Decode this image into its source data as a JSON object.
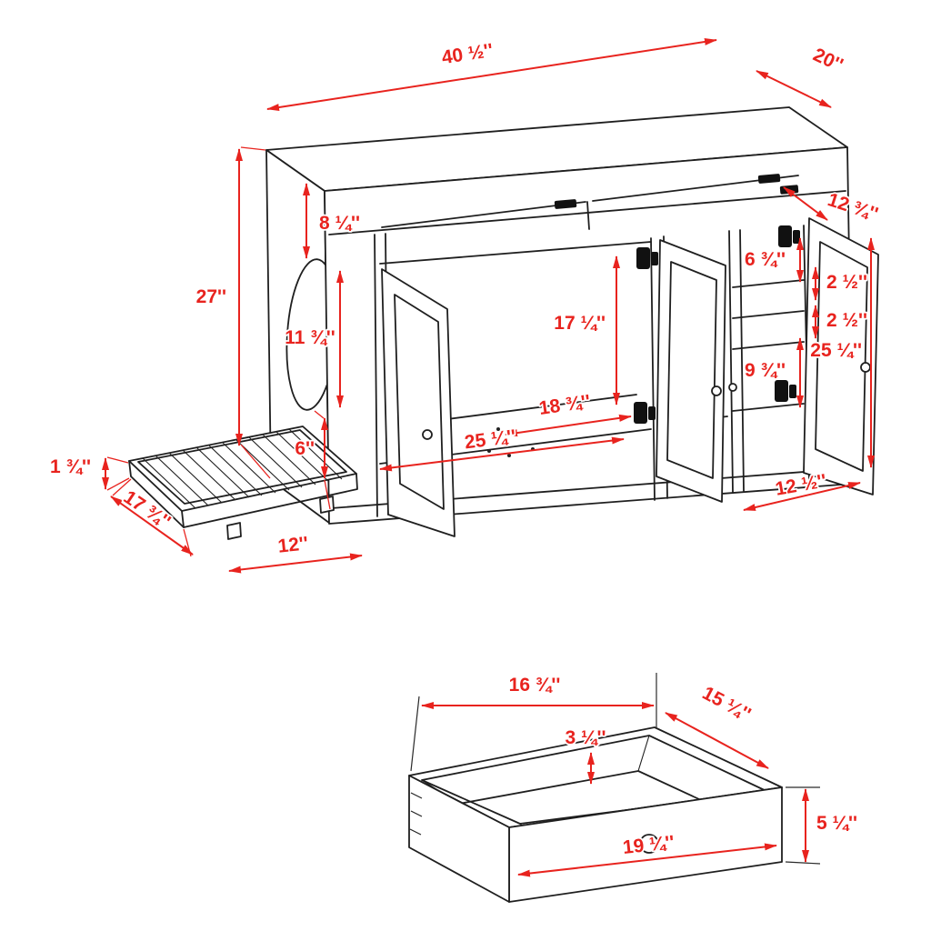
{
  "diagram": {
    "background": "#ffffff",
    "line_color": "#1f1f1f",
    "dimension_color": "#e8231e"
  },
  "cabinet": {
    "dims": {
      "top_width": "40 ½''",
      "top_depth": "20''",
      "glide_depth": "12 ¾''",
      "opening_top_offset": "8 ¼''",
      "overall_height": "27''",
      "side_opening_height": "11 ¾''",
      "side_opening_bottom_offset": "6''",
      "interior_height": "17 ¼''",
      "interior_depth": "18 ¾''",
      "interior_width": "25 ¼''",
      "right_top_section": "6 ¾''",
      "right_shelf_gap_1": "2 ½''",
      "right_shelf_gap_2": "2 ½''",
      "right_bottom_section": "9 ¾''",
      "right_door_height": "25 ¼''",
      "right_depth": "12 ½''"
    }
  },
  "ramp": {
    "dims": {
      "thickness": "1 ¾''",
      "length": "17 ¾''",
      "width": "12''"
    }
  },
  "drawer": {
    "dims": {
      "inner_width": "16 ¾''",
      "depth": "15 ¼''",
      "inner_depth": "3 ¼''",
      "height": "5 ¼''",
      "front_width": "19 ¼''"
    }
  }
}
